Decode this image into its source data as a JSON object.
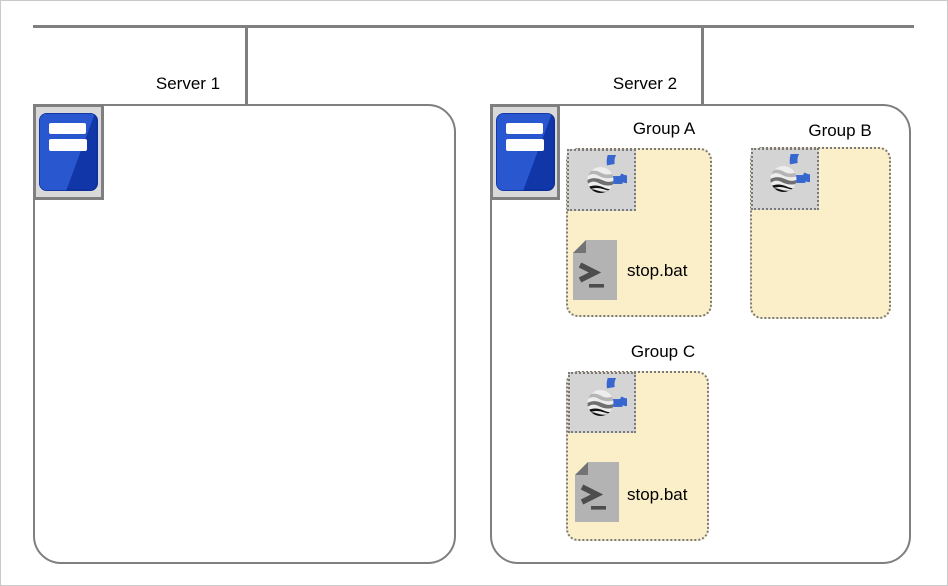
{
  "diagram_title": "server-deployment-diagram",
  "servers": [
    {
      "label": "Server 1",
      "groups": []
    },
    {
      "label": "Server 2",
      "groups": [
        {
          "label": "Group A",
          "items": [
            {
              "type": "app-logo"
            },
            {
              "type": "batch-script",
              "label": "stop.bat"
            }
          ]
        },
        {
          "label": "Group B",
          "items": [
            {
              "type": "app-logo"
            }
          ]
        },
        {
          "label": "Group C",
          "items": [
            {
              "type": "app-logo"
            },
            {
              "type": "batch-script",
              "label": "stop.bat"
            }
          ]
        }
      ]
    }
  ],
  "icons": {
    "server": "server-icon",
    "app": "app-logo-icon",
    "script": "batch-script-icon"
  },
  "colors": {
    "connector_gray": "#7f7f7f",
    "group_fill": "#faefc9",
    "icon_box_fill": "#d4d4d4",
    "server_blue_dark": "#1136a8",
    "server_blue_light": "#2857cf",
    "logo_blue": "#3767ce",
    "doc_gray": "#b3b3b3",
    "doc_fold_gray": "#737373"
  }
}
